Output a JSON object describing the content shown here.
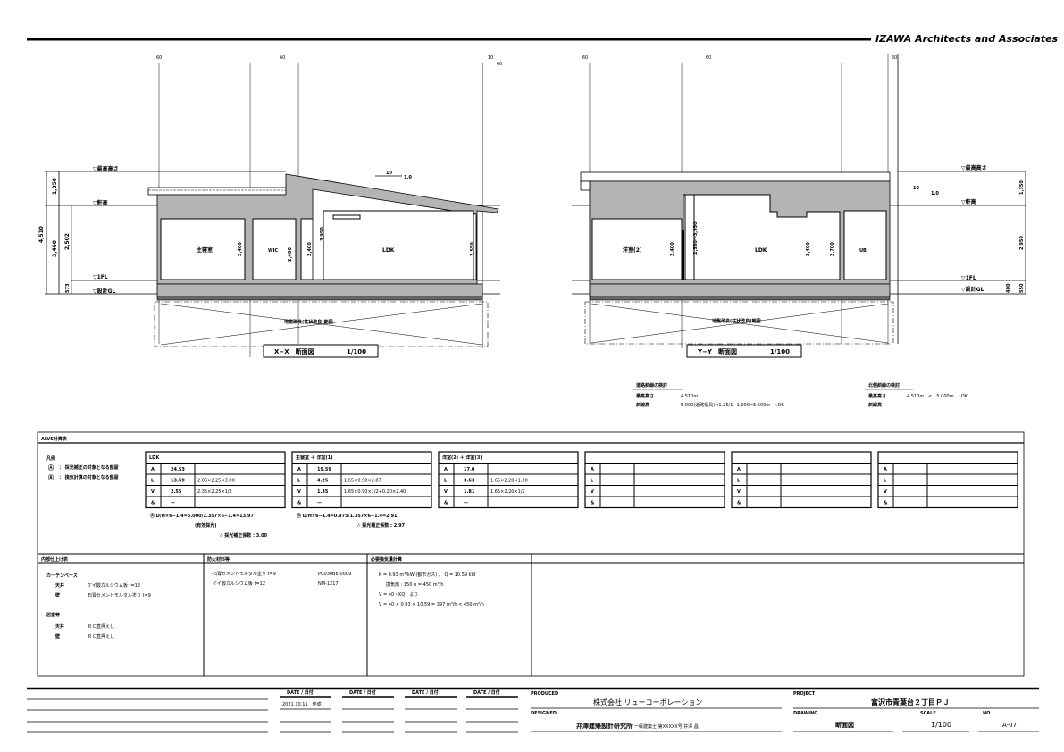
{
  "firm": "IZAWA Architects and Associates",
  "levels": {
    "max_height": "▽最高高さ",
    "eaves": "▽軒高",
    "fl": "▽1FL",
    "gl": "▽設計GL"
  },
  "section_xx": {
    "title": "X−X　断面図",
    "scale": "1/100",
    "rooms": [
      "主寝室",
      "WIC",
      "LDK"
    ],
    "dims": {
      "total": "4,510",
      "upper": "1,350",
      "lower": "3,460",
      "ceil": "2,502",
      "base": "573",
      "d1": "2,400",
      "d2": "2,400",
      "d3": "2,400",
      "d4": "3,950",
      "d5": "2,550"
    },
    "slope": "10",
    "slope2": "1.0",
    "foundation": "地盤改良(柱状改良)範囲",
    "grid_marks": [
      "60",
      "60",
      "10",
      "60"
    ]
  },
  "section_yy": {
    "title": "Y−Y　断面図",
    "scale": "1/100",
    "rooms": [
      "洋室(2)",
      "LDK",
      "UB"
    ],
    "dims": {
      "d1": "2,400",
      "d2": "2,550〜3,950",
      "d3": "2,400",
      "d4": "2,700",
      "r1": "1,350",
      "r2": "2,950",
      "r3": "400",
      "r4": "550"
    },
    "slope": "10",
    "slope2": "1.0",
    "foundation": "地盤改良(柱状改良)範囲",
    "grid_marks": [
      "60",
      "60",
      "60"
    ]
  },
  "checks": [
    {
      "title": "道路斜線の検討",
      "rows": [
        [
          "最高高さ",
          "4.510m"
        ],
        [
          "斜線高",
          "5.000(道路幅員)×1.25/1−1.000=5.500m　∴OK"
        ]
      ]
    },
    {
      "title": "北側斜線の検討",
      "rows": [
        [
          "最高高さ",
          "4.510m　<　5.000m　∴OK"
        ],
        [
          "斜線高",
          ""
        ]
      ]
    }
  ],
  "calc": {
    "header": "ALVS計算表",
    "legend_title": "凡例",
    "legend": [
      [
        "Ⓐ",
        "： 採光補正の対象となる部屋"
      ],
      [
        "Ⓑ",
        "： 換気計算の対象となる部屋"
      ]
    ],
    "tables": [
      {
        "name": "LDK",
        "rows": [
          [
            "A",
            "24.53",
            ""
          ],
          [
            "L",
            "13.59",
            "2.05×2.25×3.00"
          ],
          [
            "V",
            "2.55",
            "2.35×2.25×1/2"
          ],
          [
            "&",
            "—",
            ""
          ]
        ]
      },
      {
        "name": "主寝室 ＋ 洋室(1)",
        "rows": [
          [
            "A",
            "19.59",
            ""
          ],
          [
            "L",
            "4.25",
            "1.65×0.90×2.87"
          ],
          [
            "V",
            "1.35",
            "1.65×0.90×1/2+0.20×2.40"
          ],
          [
            "&",
            "—",
            ""
          ]
        ]
      },
      {
        "name": "洋室(2) ＋ 洋室(3)",
        "rows": [
          [
            "A",
            "17.0",
            ""
          ],
          [
            "L",
            "3.63",
            "1.65×2.20×1.00"
          ],
          [
            "V",
            "1.81",
            "1.65×2.20×1/2"
          ],
          [
            "&",
            "—",
            ""
          ]
        ]
      },
      {
        "name": "",
        "rows": [
          [
            "A",
            "",
            ""
          ],
          [
            "L",
            "",
            ""
          ],
          [
            "V",
            "",
            ""
          ],
          [
            "&",
            "",
            ""
          ]
        ]
      },
      {
        "name": "",
        "rows": [
          [
            "A",
            "",
            ""
          ],
          [
            "L",
            "",
            ""
          ],
          [
            "V",
            "",
            ""
          ],
          [
            "&",
            "",
            ""
          ]
        ]
      },
      {
        "name": "",
        "rows": [
          [
            "A",
            "",
            ""
          ],
          [
            "L",
            "",
            ""
          ],
          [
            "V",
            "",
            ""
          ],
          [
            "&",
            "",
            ""
          ]
        ]
      }
    ],
    "formula_a": [
      "Ⓐ D/H×6−1.4=5.000/2.357×6−1.4=13.97",
      "(有効採光)",
      "∴ 採光補正係数 : 3.00"
    ],
    "formula_b": [
      "Ⓑ D/H×6−1.4=0.975/1.357×6−1.4=2.91",
      "∴ 採光補正係数 : 2.97"
    ]
  },
  "finish": {
    "header": "内部仕上げ表",
    "group1": "カーテンベース",
    "g1_rows": [
      [
        "天井",
        "ケイ酸カルシウム板 t=12"
      ],
      [
        "壁",
        "石膏セメントモルタル塗り t=9"
      ]
    ],
    "group2": "居室等",
    "g2_rows": [
      [
        "天井",
        "ＲＣ直押えし"
      ],
      [
        "壁",
        "ＲＣ直押えし"
      ]
    ]
  },
  "fireproof": {
    "header": "防火材料等",
    "rows": [
      [
        "石膏セメントモルタル塗り t=9",
        "PC030BE-0009"
      ],
      [
        "ケイ酸カルシウム板 t=12",
        "NM-1217"
      ]
    ]
  },
  "ventilation": {
    "header": "必要換気量計算",
    "lines": [
      "K = 0.93 m³/kW (都市ガス) ,　Q = 10.59 kW",
      "換気扇 : 150 φ = 450 m³/h",
      "V = 40・KQ　より",
      "V = 40 × 0.93 × 10.59 = 397 m³/h < 450 m³/h"
    ]
  },
  "titleblock": {
    "date_headers": [
      "DATE / 日付",
      "DATE / 日付",
      "DATE / 日付",
      "DATE / 日付"
    ],
    "date_value": "2021.10.11　作成",
    "produced_label": "PRODUCED",
    "produced": "株式会社 リューコーポレーション",
    "designed_label": "DESIGNED",
    "designed": "井澤建築設計研究所",
    "designed_sub": "一級建築士 第XXXXX号 井澤 昌",
    "project_label": "PROJECT",
    "project": "富沢市青葉台２丁目ＰＪ",
    "drawing_label": "DRAWING",
    "drawing": "断面図",
    "scale_label": "SCALE",
    "scale": "1/100",
    "no_label": "NO.",
    "no": "A-07"
  }
}
